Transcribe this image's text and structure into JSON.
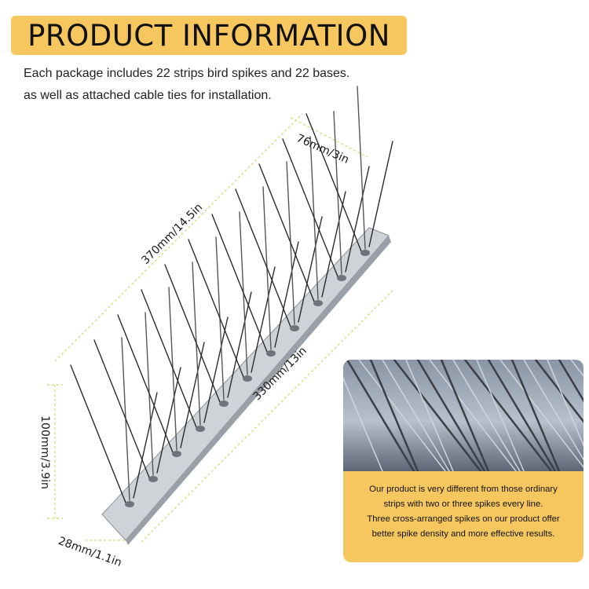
{
  "header": {
    "title": "PRODUCT INFORMATION",
    "intro_line1": "Each package includes 22 strips bird spikes and 22 bases.",
    "intro_line2": "as well as attached cable ties for installation."
  },
  "dimensions": {
    "top_width": "76mm/3in",
    "overall_length": "370mm/14.5in",
    "base_length": "330mm/13in",
    "height": "100mm/3.9in",
    "base_width": "28mm/1.1in"
  },
  "info_card": {
    "line1": "Our product is very different from those ordinary",
    "line2": "strips with two or three spikes every line.",
    "line3": "Three cross-arranged spikes on our product offer",
    "line4": "better spike density and more effective results."
  },
  "colors": {
    "banner": "#f6c75f",
    "info_box": "#f6c75f",
    "dimension_line": "#e8d58a",
    "base_metal": "#cfd3d8"
  }
}
